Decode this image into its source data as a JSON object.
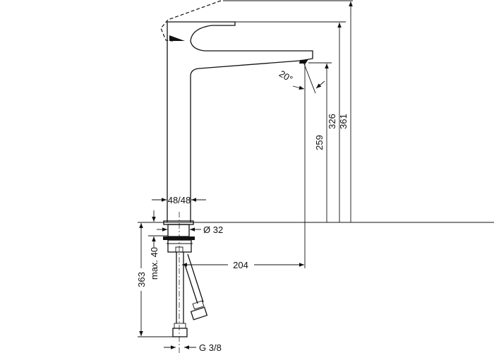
{
  "dimensions": {
    "total_height": "361",
    "handle_height": "326",
    "spout_height": "259",
    "spout_angle": "20°",
    "body_size": "48/48",
    "hole_diameter": "Ø 32",
    "projection": "204",
    "max_thickness": "max. 40",
    "hose_length": "363",
    "connection_thread": "G 3/8"
  }
}
